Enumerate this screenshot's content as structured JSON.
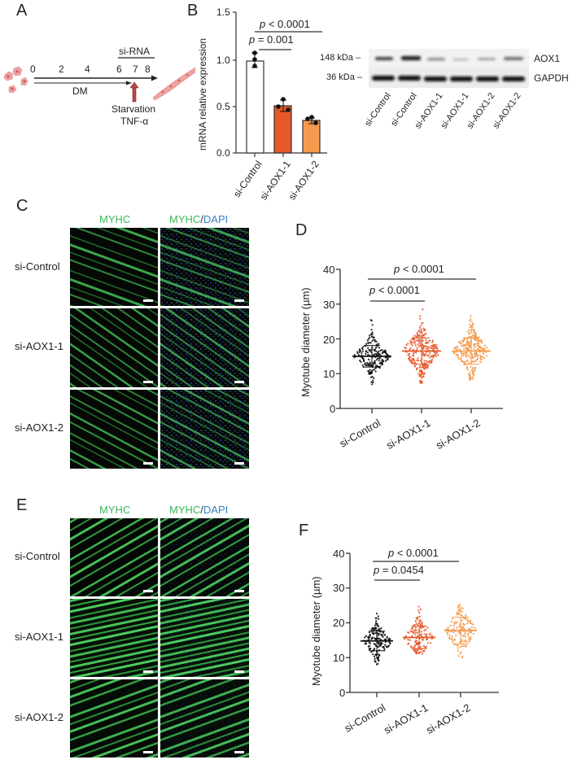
{
  "figure": {
    "panels": {
      "A": {
        "letter": "A",
        "timeline": {
          "ticks": [
            "0",
            "2",
            "4",
            "6",
            "7",
            "8"
          ],
          "top_bar_label": "si-RNA",
          "dm_label": "DM",
          "arrow_labels": [
            "Starvation",
            "TNF-α"
          ]
        }
      },
      "B": {
        "letter": "B",
        "ylabel": "mRNA relative expression",
        "yticks": [
          "0.0",
          "0.5",
          "1.0",
          "1.5"
        ],
        "categories": [
          "si-Control",
          "si-AOX1-1",
          "si-AOX1-2"
        ],
        "sig": [
          {
            "label_p": "p",
            "label_rest": " = 0.001"
          },
          {
            "label_p": "p",
            "label_rest": " < 0.0001"
          }
        ],
        "blot": {
          "markers": [
            "148 kDa",
            "36 kDa"
          ],
          "proteins": [
            "AOX1",
            "GAPDH"
          ],
          "lanes": [
            "si-Control",
            "si-Control",
            "si-AOX1-1",
            "si-AOX1-1",
            "si-AOX1-2",
            "si-AOX1-2"
          ]
        }
      },
      "C": {
        "letter": "C",
        "channels": {
          "myhc": "MYHC",
          "merge_a": "MYHC",
          "merge_sep": "/",
          "merge_b": "DAPI"
        },
        "rows": [
          "si-Control",
          "si-AOX1-1",
          "si-AOX1-2"
        ]
      },
      "D": {
        "letter": "D",
        "ylabel": "Myotube diameter (µm)",
        "yticks": [
          "0",
          "10",
          "20",
          "30",
          "40"
        ],
        "categories": [
          "si-Control",
          "si-AOX1-1",
          "si-AOX1-2"
        ],
        "sig": [
          {
            "label_p": "p",
            "label_rest": " < 0.0001"
          },
          {
            "label_p": "p",
            "label_rest": " < 0.0001"
          }
        ]
      },
      "E": {
        "letter": "E",
        "channels": {
          "myhc": "MYHC",
          "merge_a": "MYHC",
          "merge_sep": "/",
          "merge_b": "DAPI"
        },
        "rows": [
          "si-Control",
          "si-AOX1-1",
          "si-AOX1-2"
        ]
      },
      "F": {
        "letter": "F",
        "ylabel": "Myotube diameter (µm)",
        "yticks": [
          "0",
          "10",
          "20",
          "30",
          "40"
        ],
        "categories": [
          "si-Control",
          "si-AOX1-1",
          "si-AOX1-2"
        ],
        "sig": [
          {
            "label_p": "p",
            "label_rest": " = 0.0454"
          },
          {
            "label_p": "p",
            "label_rest": " < 0.0001"
          }
        ]
      }
    },
    "colors": {
      "control": "#111111",
      "aox1_1": "#e8582a",
      "aox1_2": "#f39a4e",
      "myhc_green": "#3cb85c",
      "dapi_blue": "#3a7fc8"
    }
  },
  "chart_data": [
    {
      "panel": "B",
      "type": "bar",
      "title": "",
      "xlabel": "",
      "ylabel": "mRNA relative expression",
      "categories": [
        "si-Control",
        "si-AOX1-1",
        "si-AOX1-2"
      ],
      "values": [
        1.0,
        0.51,
        0.35
      ],
      "error": [
        0.07,
        0.06,
        0.03
      ],
      "points": [
        [
          1.07,
          1.0,
          0.93
        ],
        [
          0.57,
          0.5,
          0.47
        ],
        [
          0.37,
          0.37,
          0.32
        ]
      ],
      "ylim": [
        0,
        1.5
      ],
      "annotations": [
        "p = 0.001 (si-Control vs si-AOX1-1)",
        "p < 0.0001 (si-Control vs si-AOX1-2)"
      ],
      "bar_colors": [
        "#ffffff",
        "#e8582a",
        "#f39a4e"
      ]
    },
    {
      "panel": "D",
      "type": "scatter",
      "title": "",
      "xlabel": "",
      "ylabel": "Myotube diameter (µm)",
      "categories": [
        "si-Control",
        "si-AOX1-1",
        "si-AOX1-2"
      ],
      "median": [
        15.0,
        16.5,
        16.5
      ],
      "range": [
        [
          6.5,
          26
        ],
        [
          7,
          29
        ],
        [
          7.5,
          29
        ]
      ],
      "ylim": [
        0,
        40
      ],
      "annotations": [
        "p < 0.0001 (si-Control vs si-AOX1-1)",
        "p < 0.0001 (si-Control vs si-AOX1-2)"
      ]
    },
    {
      "panel": "F",
      "type": "scatter",
      "title": "",
      "xlabel": "",
      "ylabel": "Myotube diameter (µm)",
      "categories": [
        "si-Control",
        "si-AOX1-1",
        "si-AOX1-2"
      ],
      "median": [
        14.8,
        15.8,
        17.8
      ],
      "range": [
        [
          7,
          23
        ],
        [
          11,
          31
        ],
        [
          10,
          27
        ]
      ],
      "ylim": [
        0,
        40
      ],
      "annotations": [
        "p = 0.0454 (si-Control vs si-AOX1-1)",
        "p < 0.0001 (si-Control vs si-AOX1-2)"
      ]
    }
  ]
}
